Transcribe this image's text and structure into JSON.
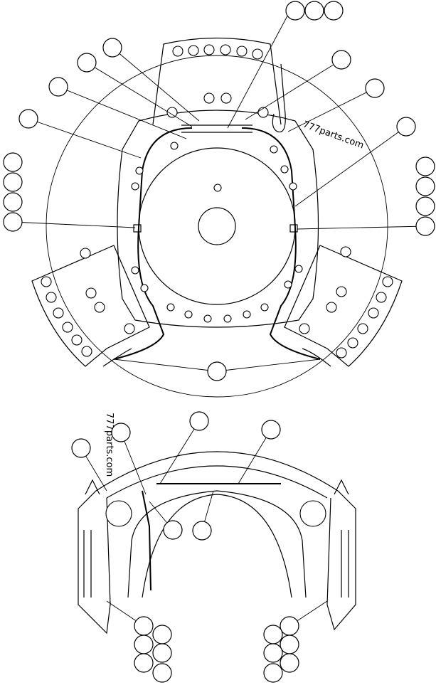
{
  "watermarks": [
    {
      "id": "watermark-upper",
      "text": "777parts.com"
    },
    {
      "id": "watermark-lower",
      "text": "777parts.com"
    }
  ],
  "callout_count": 38
}
